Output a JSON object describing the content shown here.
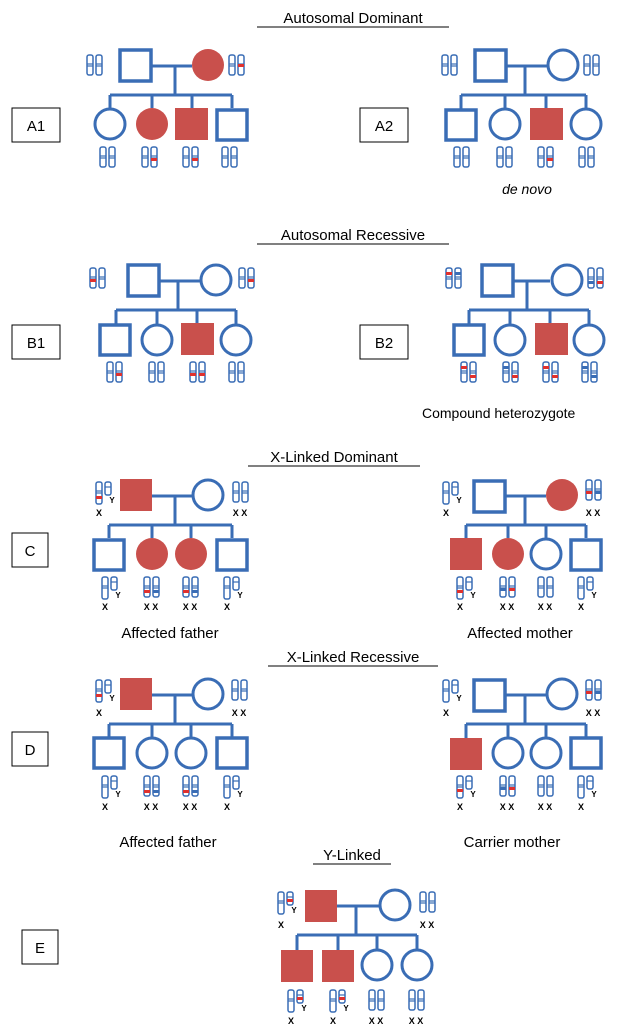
{
  "sections": {
    "autosomal_dominant": "Autosomal Dominant",
    "autosomal_recessive": "Autosomal Recessive",
    "x_linked_dominant": "X-Linked Dominant",
    "x_linked_recessive": "X-Linked Recessive",
    "y_linked": "Y-Linked"
  },
  "panel_labels": {
    "A1": "A1",
    "A2": "A2",
    "B1": "B1",
    "B2": "B2",
    "C": "C",
    "D": "D",
    "E": "E"
  },
  "captions": {
    "de_novo": "de novo",
    "compound_heterozygote": "Compound heterozygote",
    "affected_father_c": "Affected father",
    "affected_mother_c": "Affected mother",
    "affected_father_d": "Affected father",
    "carrier_mother_d": "Carrier mother"
  },
  "chromosome_labels": {
    "x": "X",
    "y": "Y",
    "xx": "X X"
  },
  "colors": {
    "outline": "#3a6db5",
    "affected": "#c9504c",
    "mark": "#e0312e",
    "text": "#000000"
  }
}
